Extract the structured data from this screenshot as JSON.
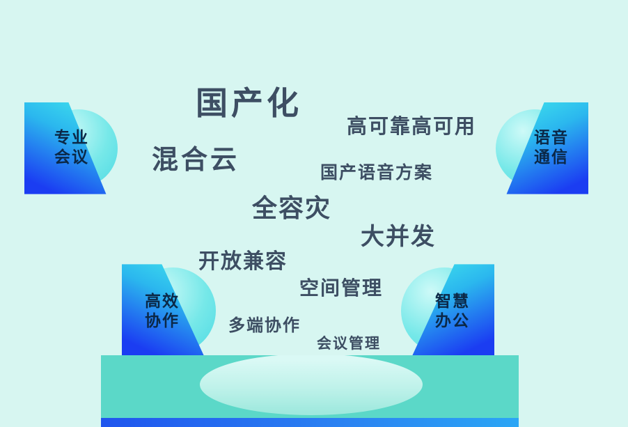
{
  "colors": {
    "background": "#d7f6f1",
    "keyword_text": "#3d4e63",
    "badge_text": "#0b2847",
    "badge_gradient_cyan": "#45ecec",
    "badge_gradient_blue": "#1b3df2",
    "badge_circle": "#6ee7e8",
    "platform": "#5bd8c8",
    "bowl": "#bff2ea",
    "base_bar_blue": "#1f55ee",
    "base_bar_cyan": "#2ba6f5"
  },
  "keywords": [
    {
      "text": "国产化"
    },
    {
      "text": "高可靠高可用"
    },
    {
      "text": "混合云"
    },
    {
      "text": "国产语音方案"
    },
    {
      "text": "全容灾"
    },
    {
      "text": "大并发"
    },
    {
      "text": "开放兼容"
    },
    {
      "text": "空间管理"
    },
    {
      "text": "多端协作"
    },
    {
      "text": "会议管理"
    }
  ],
  "badges": [
    {
      "line1": "专业",
      "line2": "会议"
    },
    {
      "line1": "语音",
      "line2": "通信"
    },
    {
      "line1": "高效",
      "line2": "协作"
    },
    {
      "line1": "智慧",
      "line2": "办公"
    }
  ]
}
